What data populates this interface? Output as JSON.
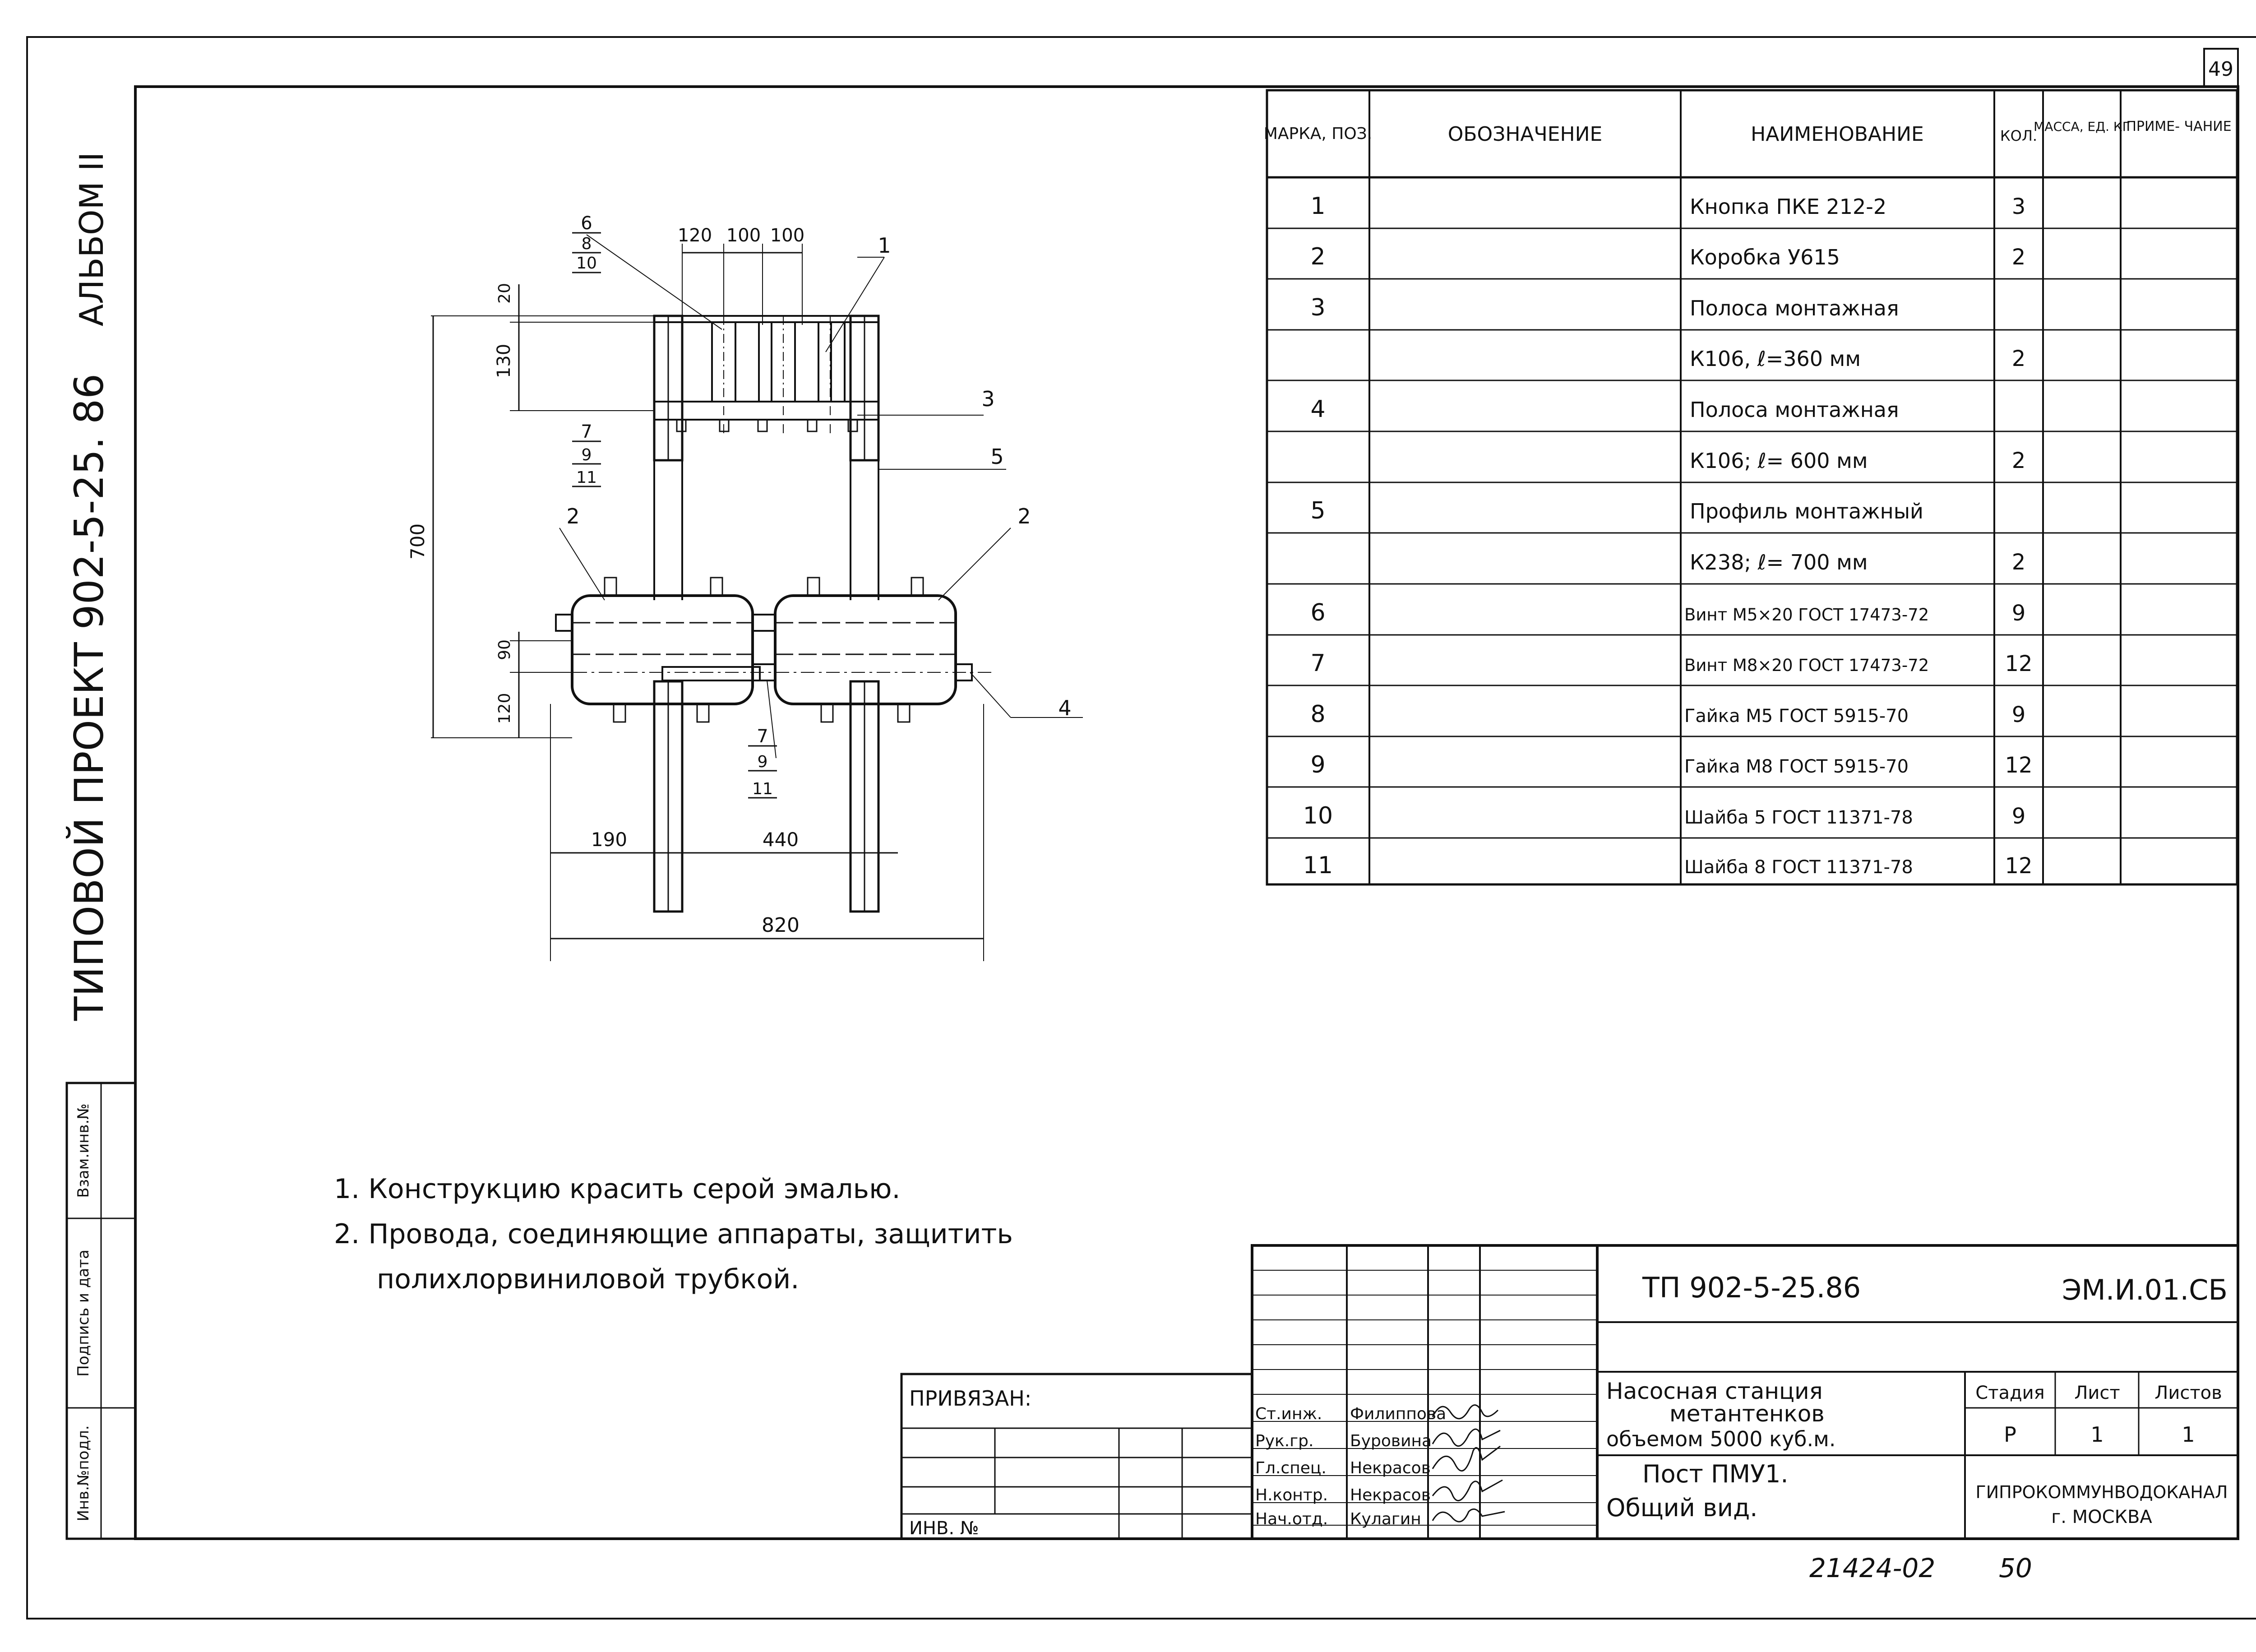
{
  "sheet_number": "49",
  "album": "АЛЬБОМ II",
  "project": "ТИПОВОЙ ПРОЕКТ 902-5-25. 86",
  "side_stamp": [
    "Инв.№подл.",
    "Подпись и дата",
    "Взам.инв.№"
  ],
  "spec_table": {
    "headers": [
      "МАРКА, ПОЗ.",
      "ОБОЗНАЧЕНИЕ",
      "НАИМЕНОВАНИЕ",
      "КОЛ.",
      "МАССА, ЕД. КГ",
      "ПРИМЕ- ЧАНИЕ"
    ],
    "rows": [
      {
        "pos": "1",
        "designation": "",
        "name": "Кнопка ПКЕ 212-2",
        "qty": "3"
      },
      {
        "pos": "2",
        "designation": "",
        "name": "Коробка  У615",
        "qty": "2"
      },
      {
        "pos": "3",
        "designation": "",
        "name": "Полоса монтажная",
        "qty": ""
      },
      {
        "pos": "",
        "designation": "",
        "name": "К106,   ℓ=360 мм",
        "qty": "2"
      },
      {
        "pos": "4",
        "designation": "",
        "name": "Полоса  монтажная",
        "qty": ""
      },
      {
        "pos": "",
        "designation": "",
        "name": "К106;   ℓ= 600 мм",
        "qty": "2"
      },
      {
        "pos": "5",
        "designation": "",
        "name": "Профиль монтажный",
        "qty": ""
      },
      {
        "pos": "",
        "designation": "",
        "name": "К238;  ℓ= 700 мм",
        "qty": "2"
      },
      {
        "pos": "6",
        "designation": "",
        "name": "Винт М5×20 ГОСТ 17473-72",
        "qty": "9"
      },
      {
        "pos": "7",
        "designation": "",
        "name": "Винт М8×20 ГОСТ 17473-72",
        "qty": "12"
      },
      {
        "pos": "8",
        "designation": "",
        "name": "Гайка М5 ГОСТ 5915-70",
        "qty": "9"
      },
      {
        "pos": "9",
        "designation": "",
        "name": "Гайка  М8  ГОСТ 5915-70",
        "qty": "12"
      },
      {
        "pos": "10",
        "designation": "",
        "name": "Шайба 5  ГОСТ 11371-78",
        "qty": "9"
      },
      {
        "pos": "11",
        "designation": "",
        "name": "Шайба 8 ГОСТ  11371-78",
        "qty": "12"
      }
    ]
  },
  "drawing": {
    "dims": {
      "top_120": "120",
      "top_100a": "100",
      "top_100b": "100",
      "left_20": "20",
      "left_130": "130",
      "left_700": "700",
      "left_90": "90",
      "left_120": "120",
      "bottom_190": "190",
      "bottom_440": "440",
      "bottom_820": "820"
    },
    "callouts": {
      "c1": "1",
      "c2a": "2",
      "c2b": "2",
      "c3": "3",
      "c4": "4",
      "c5": "5",
      "c6_stack": [
        "6",
        "8",
        "10"
      ],
      "c7_stack": [
        "7",
        "9",
        "11"
      ],
      "c7b_stack": [
        "7",
        "9",
        "11"
      ]
    }
  },
  "notes": [
    "1. Конструкцию   красить    серой  эмалью.",
    "2. Провода,   соединяющие   аппараты, защитить",
    "полихлорвиниловой    трубкой."
  ],
  "title_block": {
    "doc_code": "ТП  902-5-25.86",
    "sheet_code": "ЭМ.И.01.СБ",
    "attached_label": "ПРИВЯЗАН:",
    "inv_label": "ИНВ. №",
    "roles": [
      "Ст.инж.",
      "Рук.гр.",
      "Гл.спец.",
      "Н.контр.",
      "Нач.отд."
    ],
    "names": [
      "Филиппова",
      "Буровина",
      "Некрасов",
      "Некрасов",
      "Кулагин"
    ],
    "object_title": [
      "Насосная  станция",
      "метантенков",
      "объемом  5000  куб.м."
    ],
    "drawing_title": [
      "Пост  ПМУ1.",
      "Общий  вид."
    ],
    "stage_headers": [
      "Стадия",
      "Лист",
      "Листов"
    ],
    "stage_values": [
      "Р",
      "1",
      "1"
    ],
    "organization": [
      "ГИПРОКОММУНВОДОКАНАЛ",
      "г. МОСКВА"
    ]
  },
  "footer": {
    "archive_number": "21424-02",
    "page_number": "50"
  }
}
